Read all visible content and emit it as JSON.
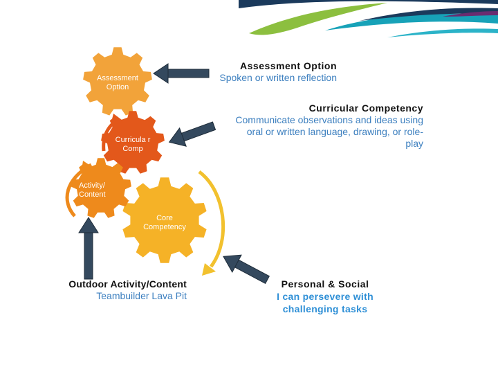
{
  "gears": {
    "assessment": "Assessment Option",
    "curricular": "Curricula r Comp",
    "activity": "Activity/ Content",
    "core": "Core Competency"
  },
  "callouts": {
    "assessment": {
      "title": "Assessment Option",
      "detail": "Spoken or written reflection"
    },
    "curricular": {
      "title": "Curricular Competency",
      "detail": "Communicate observations and ideas using oral or written language, drawing, or role-play"
    },
    "outdoor": {
      "title": "Outdoor Activity/Content",
      "detail": "Teambuilder Lava Pit"
    },
    "personal": {
      "title": "Personal & Social",
      "detail": "I can persevere with challenging tasks"
    }
  },
  "colors": {
    "gear_assessment": "#f2a33a",
    "gear_curricular": "#e3581b",
    "gear_activity": "#ee8a1c",
    "gear_core": "#f5b227",
    "arrow_dark": "#34495e",
    "wave_green": "#8cbf3f",
    "wave_teal": "#17a2b8",
    "wave_navy": "#1b3a5c",
    "wave_purple": "#6a2c70"
  }
}
